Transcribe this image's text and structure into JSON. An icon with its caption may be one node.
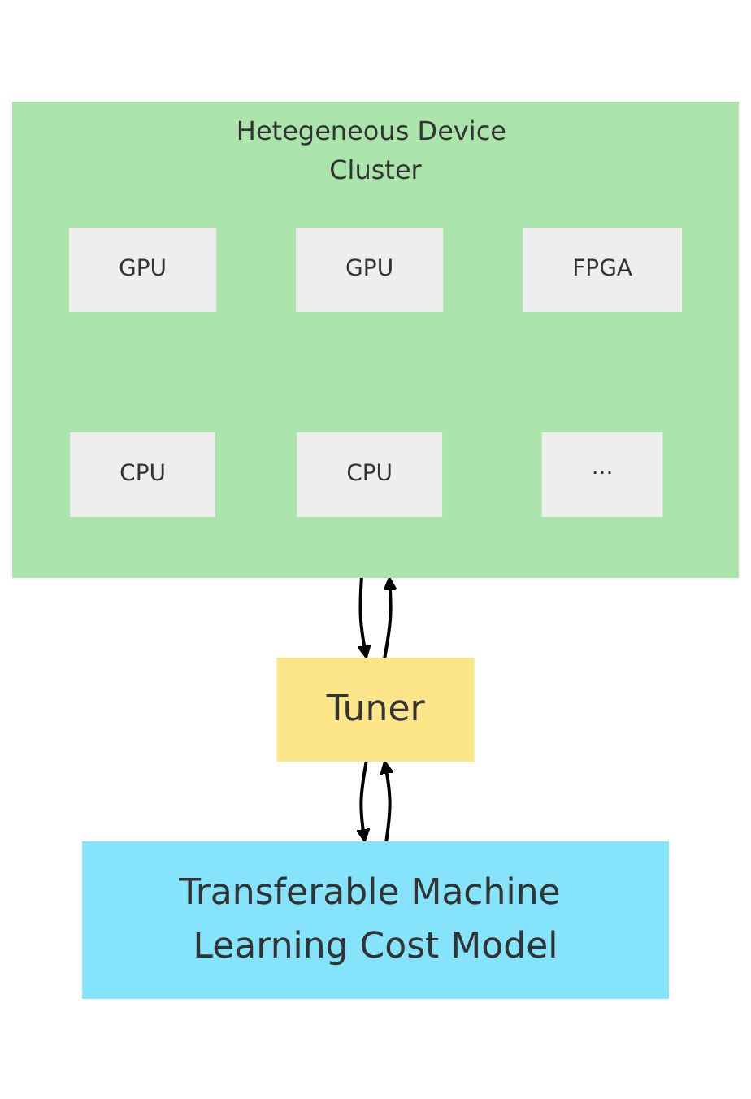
{
  "diagram": {
    "nodes": [
      {
        "text": [
          "Hetegeneous Device Cluster"
        ]
      },
      {
        "text": [
          "GPU"
        ],
        "in": 0
      },
      {
        "text": [
          "GPU"
        ],
        "in": 0
      },
      {
        "text": [
          "FPGA"
        ],
        "in": 0
      },
      {
        "text": [
          "CPU"
        ],
        "in": 0
      },
      {
        "text": [
          "CPU"
        ],
        "in": 0
      },
      {
        "text": [
          "···"
        ],
        "in": 0
      },
      {
        "text": [
          "Tuner"
        ]
      },
      {
        "text": [
          "Transferable Machine Learning Cost Model"
        ]
      }
    ],
    "edges": [
      {
        "from": 0,
        "to": 7,
        "arrow": "to"
      },
      {
        "from": 7,
        "to": 0,
        "arrow": "to"
      },
      {
        "from": 7,
        "to": 8,
        "arrow": "to"
      },
      {
        "from": 8,
        "to": 7,
        "arrow": "to"
      }
    ]
  }
}
